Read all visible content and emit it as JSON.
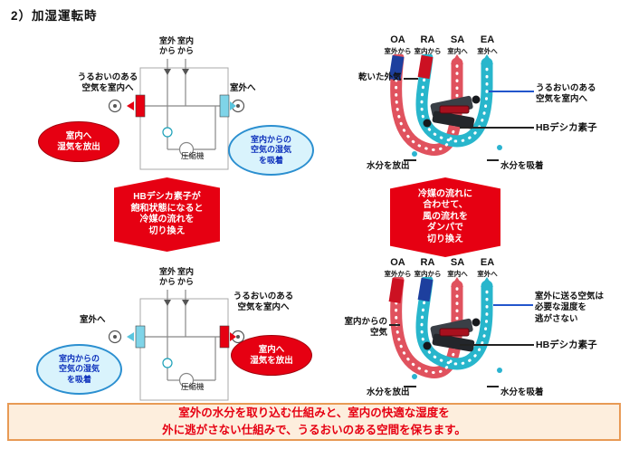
{
  "page": {
    "title": "2）加湿運転時"
  },
  "colors": {
    "red": "#e60012",
    "teal": "#28b6cc",
    "navy": "#1d3f9e",
    "callout_cyan_bg": "#d9f3fc",
    "callout_cyan_border": "#2b8fd0",
    "callout_text_blue": "#0b2fbb",
    "footer_bg": "#fdeedd",
    "footer_border": "#e89a55",
    "footer_text": "#e60012"
  },
  "schematic_top": {
    "pipe1_top": "室外\nから",
    "pipe2_top": "室内\nから",
    "left_label": "うるおいのある\n空気を室内へ",
    "right_label": "室外へ",
    "compressor": "圧縮機",
    "callout_red": "室内へ\n湿気を放出",
    "callout_cyan": "室内からの\n空気の湿気\nを吸着"
  },
  "schematic_bottom": {
    "pipe1_top": "室外\nから",
    "pipe2_top": "室内\nから",
    "left_label": "室外へ",
    "right_label": "うるおいのある\n空気を室内へ",
    "compressor": "圧縮機",
    "callout_red": "室内へ\n湿気を放出",
    "callout_cyan": "室内からの\n空気の湿気\nを吸着"
  },
  "arrow_left": "HBデシカ素子が\n飽和状態になると\n冷媒の流れを\n切り換え",
  "arrow_right": "冷媒の流れに\n合わせて、\n風の流れを\nダンパで\n切り換え",
  "hb_top": {
    "columns": [
      {
        "code": "OA",
        "sub": "室外から"
      },
      {
        "code": "RA",
        "sub": "室内から"
      },
      {
        "code": "SA",
        "sub": "室内へ"
      },
      {
        "code": "EA",
        "sub": "室外へ"
      }
    ],
    "left_label": "乾いた外気",
    "right_label": "うるおいのある\n空気を室内へ",
    "element_label": "HBデシカ素子",
    "bottom_left": "水分を放出",
    "bottom_right": "水分を吸着"
  },
  "hb_bottom": {
    "columns": [
      {
        "code": "OA",
        "sub": "室外から"
      },
      {
        "code": "RA",
        "sub": "室内から"
      },
      {
        "code": "SA",
        "sub": "室内へ"
      },
      {
        "code": "EA",
        "sub": "室外へ"
      }
    ],
    "left_label": "室内からの\n空気",
    "right_label": "室外に送る空気は\n必要な湿度を\n逃がさない",
    "element_label": "HBデシカ素子",
    "bottom_left": "水分を放出",
    "bottom_right": "水分を吸着"
  },
  "footer": {
    "text": "室外の水分を取り込む仕組みと、室内の快適な湿度を\n外に逃がさない仕組みで、うるおいのある空間を保ちます。"
  }
}
